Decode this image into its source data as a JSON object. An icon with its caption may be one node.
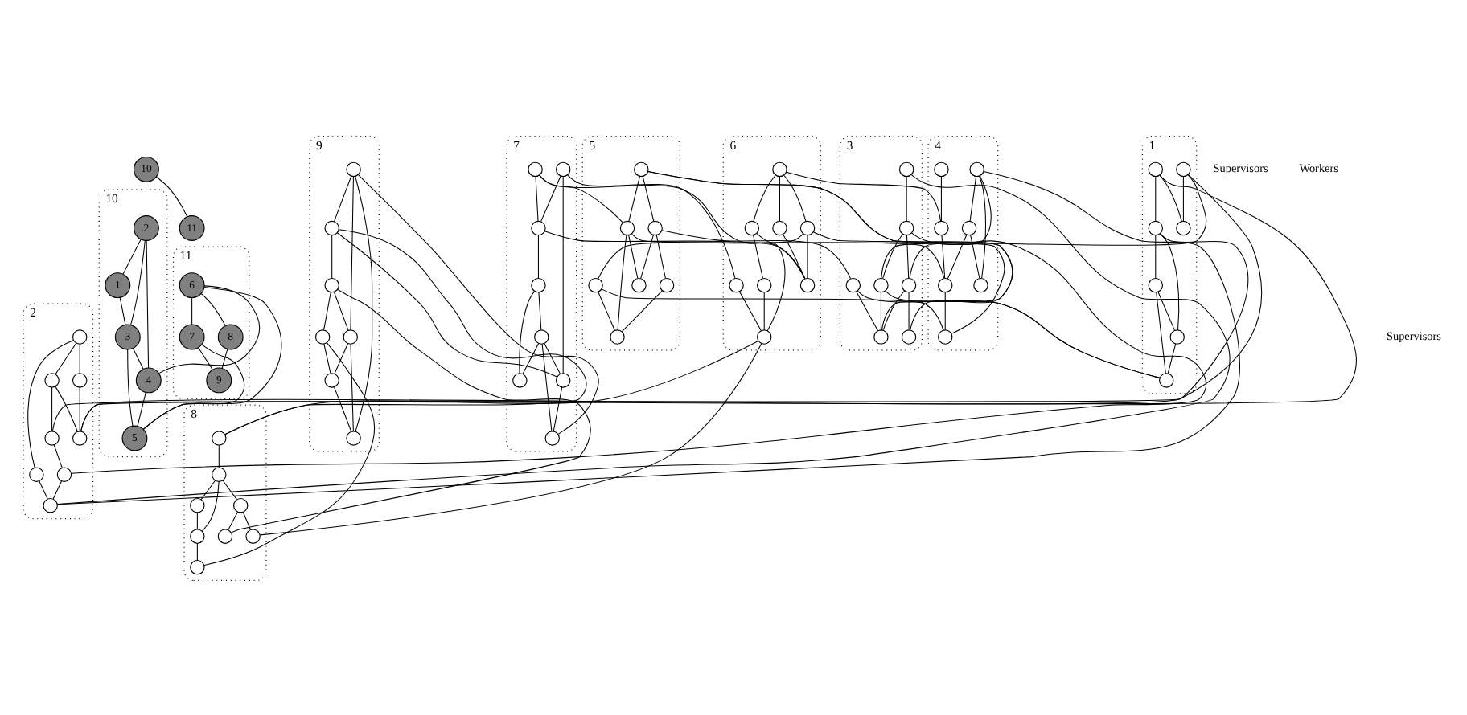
{
  "diagram": {
    "nodes": [
      {
        "text": [
          "10"
        ]
      },
      {
        "text": [
          "11"
        ]
      },
      {
        "text": [
          "10"
        ]
      },
      {
        "text": [
          "1"
        ],
        "in": 2
      },
      {
        "text": [
          "2"
        ],
        "in": 2
      },
      {
        "text": [
          "3"
        ],
        "in": 2
      },
      {
        "text": [
          "4"
        ],
        "in": 2
      },
      {
        "text": [
          "5"
        ],
        "in": 2
      },
      {
        "text": [
          "11"
        ]
      },
      {
        "text": [
          "6"
        ],
        "in": 8
      },
      {
        "text": [
          "7"
        ],
        "in": 8
      },
      {
        "text": [
          "8"
        ],
        "in": 8
      },
      {
        "text": [
          "9"
        ],
        "in": 8
      },
      {
        "text": [
          "1"
        ]
      },
      {
        "text": [],
        "shape": "circle",
        "in": 13
      },
      {
        "text": [],
        "shape": "circle",
        "in": 13
      },
      {
        "text": [],
        "shape": "circle",
        "in": 13
      },
      {
        "text": [],
        "shape": "circle",
        "in": 13
      },
      {
        "text": [],
        "shape": "circle",
        "in": 13
      },
      {
        "text": [],
        "shape": "circle",
        "in": 13
      },
      {
        "text": [],
        "shape": "circle",
        "in": 13
      },
      {
        "text": [
          "2"
        ]
      },
      {
        "text": [],
        "shape": "circle",
        "in": 21
      },
      {
        "text": [],
        "shape": "circle",
        "in": 21
      },
      {
        "text": [],
        "shape": "circle",
        "in": 21
      },
      {
        "text": [],
        "shape": "circle",
        "in": 21
      },
      {
        "text": [],
        "shape": "circle",
        "in": 21
      },
      {
        "text": [],
        "shape": "circle",
        "in": 21
      },
      {
        "text": [],
        "shape": "circle",
        "in": 21
      },
      {
        "text": [],
        "shape": "circle",
        "in": 21
      },
      {
        "text": [
          "3"
        ]
      },
      {
        "text": [],
        "shape": "circle",
        "in": 30
      },
      {
        "text": [],
        "shape": "circle",
        "in": 30
      },
      {
        "text": [],
        "shape": "circle",
        "in": 30
      },
      {
        "text": [],
        "shape": "circle",
        "in": 30
      },
      {
        "text": [],
        "shape": "circle",
        "in": 30
      },
      {
        "text": [],
        "shape": "circle",
        "in": 30
      },
      {
        "text": [],
        "shape": "circle",
        "in": 30
      },
      {
        "text": [
          "4"
        ]
      },
      {
        "text": [],
        "shape": "circle",
        "in": 38
      },
      {
        "text": [],
        "shape": "circle",
        "in": 38
      },
      {
        "text": [],
        "shape": "circle",
        "in": 38
      },
      {
        "text": [],
        "shape": "circle",
        "in": 38
      },
      {
        "text": [],
        "shape": "circle",
        "in": 38
      },
      {
        "text": [],
        "shape": "circle",
        "in": 38
      },
      {
        "text": [],
        "shape": "circle",
        "in": 38
      },
      {
        "text": [
          "5"
        ]
      },
      {
        "text": [],
        "shape": "circle",
        "in": 46
      },
      {
        "text": [],
        "shape": "circle",
        "in": 46
      },
      {
        "text": [],
        "shape": "circle",
        "in": 46
      },
      {
        "text": [],
        "shape": "circle",
        "in": 46
      },
      {
        "text": [],
        "shape": "circle",
        "in": 46
      },
      {
        "text": [],
        "shape": "circle",
        "in": 46
      },
      {
        "text": [],
        "shape": "circle",
        "in": 46
      },
      {
        "text": [
          "6"
        ]
      },
      {
        "text": [],
        "shape": "circle",
        "in": 54
      },
      {
        "text": [],
        "shape": "circle",
        "in": 54
      },
      {
        "text": [],
        "shape": "circle",
        "in": 54
      },
      {
        "text": [],
        "shape": "circle",
        "in": 54
      },
      {
        "text": [],
        "shape": "circle",
        "in": 54
      },
      {
        "text": [],
        "shape": "circle",
        "in": 54
      },
      {
        "text": [],
        "shape": "circle",
        "in": 54
      },
      {
        "text": [],
        "shape": "circle",
        "in": 54
      },
      {
        "text": [
          "7"
        ]
      },
      {
        "text": [],
        "shape": "circle",
        "in": 63
      },
      {
        "text": [],
        "shape": "circle",
        "in": 63
      },
      {
        "text": [],
        "shape": "circle",
        "in": 63
      },
      {
        "text": [],
        "shape": "circle",
        "in": 63
      },
      {
        "text": [],
        "shape": "circle",
        "in": 63
      },
      {
        "text": [],
        "shape": "circle",
        "in": 63
      },
      {
        "text": [],
        "shape": "circle",
        "in": 63
      },
      {
        "text": [],
        "shape": "circle",
        "in": 63
      },
      {
        "text": [
          "8"
        ]
      },
      {
        "text": [],
        "shape": "circle",
        "in": 72
      },
      {
        "text": [],
        "shape": "circle",
        "in": 72
      },
      {
        "text": [],
        "shape": "circle",
        "in": 72
      },
      {
        "text": [],
        "shape": "circle",
        "in": 72
      },
      {
        "text": [],
        "shape": "circle",
        "in": 72
      },
      {
        "text": [],
        "shape": "circle",
        "in": 72
      },
      {
        "text": [],
        "shape": "circle",
        "in": 72
      },
      {
        "text": [],
        "shape": "circle",
        "in": 72
      },
      {
        "text": [
          "9"
        ]
      },
      {
        "text": [],
        "shape": "circle",
        "in": 81
      },
      {
        "text": [],
        "shape": "circle",
        "in": 81
      },
      {
        "text": [],
        "shape": "circle",
        "in": 81
      },
      {
        "text": [],
        "shape": "circle",
        "in": 81
      },
      {
        "text": [],
        "shape": "circle",
        "in": 81
      },
      {
        "text": [],
        "shape": "circle",
        "in": 81
      },
      {
        "text": [],
        "shape": "circle",
        "in": 81
      }
    ],
    "edges": [
      {
        "from": 0,
        "to": 1,
        "arrow": "none"
      },
      {
        "from": 4,
        "to": 3,
        "arrow": "none"
      },
      {
        "from": 4,
        "to": 5,
        "arrow": "none"
      },
      {
        "from": 3,
        "to": 5,
        "arrow": "none"
      },
      {
        "from": 4,
        "to": 6,
        "arrow": "none"
      },
      {
        "from": 5,
        "to": 6,
        "arrow": "none"
      },
      {
        "from": 6,
        "to": 7,
        "arrow": "none"
      },
      {
        "from": 5,
        "to": 7,
        "arrow": "none"
      },
      {
        "from": 6,
        "to": 9,
        "arrow": "none"
      },
      {
        "from": 7,
        "to": 9,
        "arrow": "none"
      },
      {
        "from": 7,
        "to": 10,
        "arrow": "none"
      },
      {
        "from": 9,
        "to": 11,
        "arrow": "none"
      },
      {
        "from": 9,
        "to": 10,
        "arrow": "none"
      },
      {
        "from": 10,
        "to": 12,
        "arrow": "none"
      },
      {
        "from": 11,
        "to": 12,
        "arrow": "none"
      },
      {
        "from": 14,
        "to": 15,
        "arrow": "none"
      },
      {
        "from": 16,
        "to": 15,
        "arrow": "none"
      },
      {
        "from": 16,
        "to": 19,
        "arrow": "none"
      },
      {
        "from": 16,
        "to": 29,
        "arrow": "none"
      },
      {
        "from": 29,
        "to": 19,
        "arrow": "none"
      },
      {
        "from": 19,
        "to": 17,
        "arrow": "none"
      },
      {
        "from": 17,
        "to": 18,
        "arrow": "none"
      },
      {
        "from": 19,
        "to": 20,
        "arrow": "none"
      },
      {
        "from": 17,
        "to": 20,
        "arrow": "none"
      },
      {
        "from": 20,
        "to": 18,
        "arrow": "none"
      },
      {
        "from": 18,
        "to": 35,
        "arrow": "none"
      },
      {
        "from": 14,
        "to": 35,
        "arrow": "none"
      },
      {
        "from": 14,
        "to": 28,
        "arrow": "none"
      },
      {
        "from": 22,
        "to": 23,
        "arrow": "none"
      },
      {
        "from": 23,
        "to": 24,
        "arrow": "none"
      },
      {
        "from": 22,
        "to": 25,
        "arrow": "none"
      },
      {
        "from": 22,
        "to": 26,
        "arrow": "none"
      },
      {
        "from": 26,
        "to": 29,
        "arrow": "none"
      },
      {
        "from": 25,
        "to": 29,
        "arrow": "none"
      },
      {
        "from": 25,
        "to": 28,
        "arrow": "none"
      },
      {
        "from": 28,
        "to": 27,
        "arrow": "none"
      },
      {
        "from": 27,
        "to": 24,
        "arrow": "none"
      },
      {
        "from": 24,
        "to": 39,
        "arrow": "none"
      },
      {
        "from": 24,
        "to": 31,
        "arrow": "none"
      },
      {
        "from": 27,
        "to": 32,
        "arrow": "none"
      },
      {
        "from": 31,
        "to": 32,
        "arrow": "none"
      },
      {
        "from": 32,
        "to": 33,
        "arrow": "none"
      },
      {
        "from": 32,
        "to": 35,
        "arrow": "none"
      },
      {
        "from": 33,
        "to": 34,
        "arrow": "none"
      },
      {
        "from": 33,
        "to": 36,
        "arrow": "none"
      },
      {
        "from": 33,
        "to": 39,
        "arrow": "none"
      },
      {
        "from": 35,
        "to": 36,
        "arrow": "none"
      },
      {
        "from": 36,
        "to": 47,
        "arrow": "none"
      },
      {
        "from": 37,
        "to": 36,
        "arrow": "none"
      },
      {
        "from": 37,
        "to": 18,
        "arrow": "none"
      },
      {
        "from": 37,
        "to": 50,
        "arrow": "none"
      },
      {
        "from": 34,
        "to": 47,
        "arrow": "none"
      },
      {
        "from": 39,
        "to": 42,
        "arrow": "none"
      },
      {
        "from": 39,
        "to": 43,
        "arrow": "none"
      },
      {
        "from": 40,
        "to": 41,
        "arrow": "none"
      },
      {
        "from": 43,
        "to": 44,
        "arrow": "none"
      },
      {
        "from": 41,
        "to": 44,
        "arrow": "none"
      },
      {
        "from": 44,
        "to": 45,
        "arrow": "none"
      },
      {
        "from": 43,
        "to": 42,
        "arrow": "none"
      },
      {
        "from": 44,
        "to": 48,
        "arrow": "none"
      },
      {
        "from": 45,
        "to": 49,
        "arrow": "none"
      },
      {
        "from": 41,
        "to": 55,
        "arrow": "none"
      },
      {
        "from": 45,
        "to": 60,
        "arrow": "none"
      },
      {
        "from": 47,
        "to": 48,
        "arrow": "none"
      },
      {
        "from": 47,
        "to": 50,
        "arrow": "none"
      },
      {
        "from": 50,
        "to": 52,
        "arrow": "none"
      },
      {
        "from": 52,
        "to": 53,
        "arrow": "none"
      },
      {
        "from": 48,
        "to": 51,
        "arrow": "none"
      },
      {
        "from": 48,
        "to": 53,
        "arrow": "none"
      },
      {
        "from": 48,
        "to": 65,
        "arrow": "none"
      },
      {
        "from": 49,
        "to": 53,
        "arrow": "none"
      },
      {
        "from": 49,
        "to": 60,
        "arrow": "none"
      },
      {
        "from": 50,
        "to": 51,
        "arrow": "none"
      },
      {
        "from": 55,
        "to": 56,
        "arrow": "none"
      },
      {
        "from": 56,
        "to": 57,
        "arrow": "none"
      },
      {
        "from": 56,
        "to": 59,
        "arrow": "none"
      },
      {
        "from": 57,
        "to": 59,
        "arrow": "none"
      },
      {
        "from": 55,
        "to": 58,
        "arrow": "none"
      },
      {
        "from": 55,
        "to": 60,
        "arrow": "none"
      },
      {
        "from": 60,
        "to": 62,
        "arrow": "none"
      },
      {
        "from": 58,
        "to": 62,
        "arrow": "none"
      },
      {
        "from": 61,
        "to": 59,
        "arrow": "none"
      },
      {
        "from": 61,
        "to": 64,
        "arrow": "none"
      },
      {
        "from": 59,
        "to": 73,
        "arrow": "none"
      },
      {
        "from": 59,
        "to": 80,
        "arrow": "none"
      },
      {
        "from": 62,
        "to": 66,
        "arrow": "none"
      },
      {
        "from": 62,
        "to": 65,
        "arrow": "none"
      },
      {
        "from": 64,
        "to": 66,
        "arrow": "none"
      },
      {
        "from": 64,
        "to": 68,
        "arrow": "none"
      },
      {
        "from": 65,
        "to": 66,
        "arrow": "none"
      },
      {
        "from": 66,
        "to": 70,
        "arrow": "none"
      },
      {
        "from": 70,
        "to": 71,
        "arrow": "none"
      },
      {
        "from": 70,
        "to": 67,
        "arrow": "none"
      },
      {
        "from": 67,
        "to": 68,
        "arrow": "none"
      },
      {
        "from": 67,
        "to": 71,
        "arrow": "none"
      },
      {
        "from": 68,
        "to": 69,
        "arrow": "none"
      },
      {
        "from": 67,
        "to": 69,
        "arrow": "none"
      },
      {
        "from": 68,
        "to": 82,
        "arrow": "none"
      },
      {
        "from": 69,
        "to": 85,
        "arrow": "none"
      },
      {
        "from": 73,
        "to": 74,
        "arrow": "none"
      },
      {
        "from": 73,
        "to": 82,
        "arrow": "none"
      },
      {
        "from": 74,
        "to": 75,
        "arrow": "none"
      },
      {
        "from": 74,
        "to": 77,
        "arrow": "none"
      },
      {
        "from": 75,
        "to": 77,
        "arrow": "none"
      },
      {
        "from": 77,
        "to": 78,
        "arrow": "none"
      },
      {
        "from": 78,
        "to": 84,
        "arrow": "none"
      },
      {
        "from": 74,
        "to": 76,
        "arrow": "none"
      },
      {
        "from": 76,
        "to": 79,
        "arrow": "none"
      },
      {
        "from": 76,
        "to": 80,
        "arrow": "none"
      },
      {
        "from": 79,
        "to": 83,
        "arrow": "none"
      },
      {
        "from": 82,
        "to": 83,
        "arrow": "none"
      },
      {
        "from": 83,
        "to": 84,
        "arrow": "none"
      },
      {
        "from": 83,
        "to": 86,
        "arrow": "none"
      },
      {
        "from": 84,
        "to": 87,
        "arrow": "none"
      },
      {
        "from": 86,
        "to": 87,
        "arrow": "none"
      },
      {
        "from": 86,
        "to": 88,
        "arrow": "none"
      },
      {
        "from": 87,
        "to": 88,
        "arrow": "none"
      },
      {
        "from": 85,
        "to": 88,
        "arrow": "none"
      },
      {
        "from": 85,
        "to": 86,
        "arrow": "none"
      },
      {
        "from": 85,
        "to": 82,
        "arrow": "none"
      }
    ],
    "labels": [
      "Supervisors",
      "Supervisors",
      "Workers"
    ]
  }
}
